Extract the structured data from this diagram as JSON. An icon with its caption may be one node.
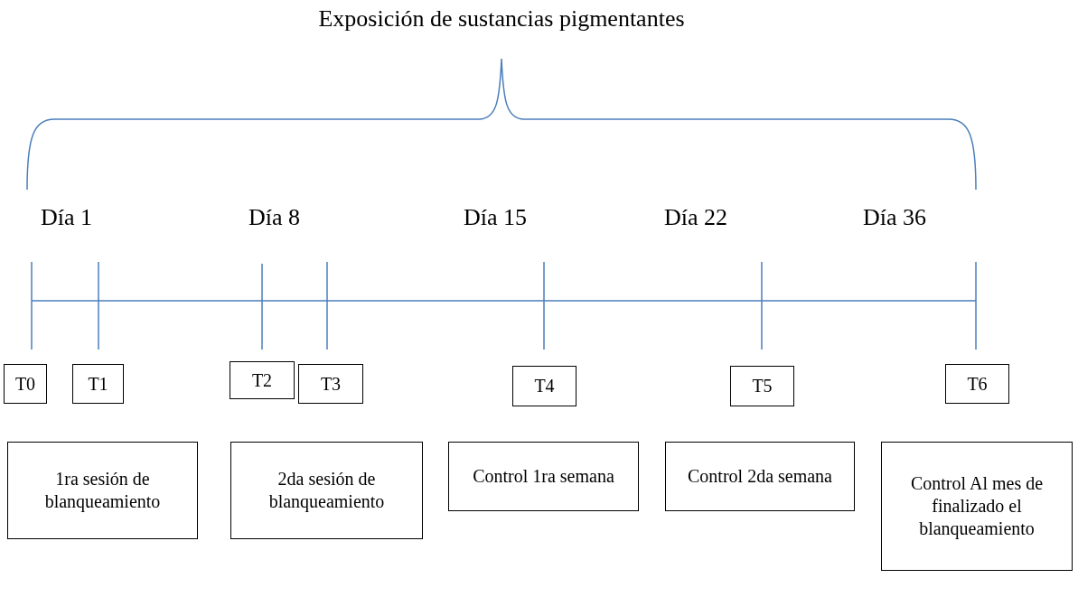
{
  "diagram": {
    "title": "Exposición de sustancias pigmentantes",
    "nodes": [
      {
        "text": [
          "T0"
        ]
      },
      {
        "text": [
          "T1"
        ]
      },
      {
        "text": [
          "T2"
        ]
      },
      {
        "text": [
          "T3"
        ]
      },
      {
        "text": [
          "T4"
        ]
      },
      {
        "text": [
          "T5"
        ]
      },
      {
        "text": [
          "T6"
        ]
      },
      {
        "text": [
          "1ra sesión de blanqueamiento"
        ]
      },
      {
        "text": [
          "2da sesión de blanqueamiento"
        ]
      },
      {
        "text": [
          "Control 1ra semana"
        ]
      },
      {
        "text": [
          "Control 2da semana"
        ]
      },
      {
        "text": [
          "Control Al mes de finalizado el blanqueamiento"
        ]
      }
    ],
    "edges": [],
    "labels": [
      "Día 1",
      "Día 8",
      "Día 15",
      "Día 22",
      "Día 36"
    ]
  }
}
